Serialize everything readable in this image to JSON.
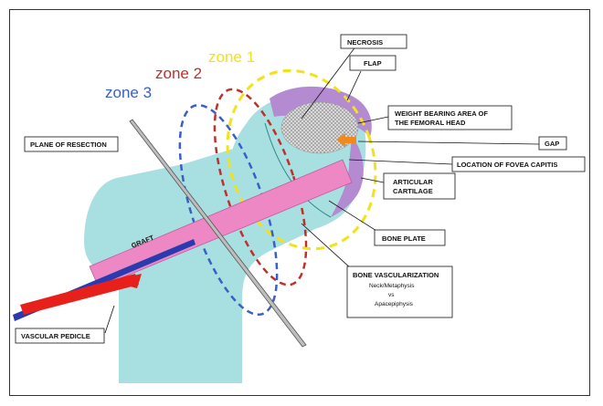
{
  "zones": {
    "zone1": {
      "label": "zone 1",
      "color": "#f2e21a"
    },
    "zone2": {
      "label": "zone 2",
      "color": "#c0302a"
    },
    "zone3": {
      "label": "zone 3",
      "color": "#3a5fc8"
    }
  },
  "labels": {
    "necrosis": "NECROSIS",
    "flap": "FLAP",
    "weight_bearing": [
      "WEIGHT BEARING AREA OF",
      "THE FEMORAL HEAD"
    ],
    "gap": "GAP",
    "fovea": "LOCATION OF FOVEA CAPITIS",
    "articular": [
      "ARTICULAR",
      "CARTILAGE"
    ],
    "bone_plate": "BONE PLATE",
    "plane": "PLANE OF RESECTION",
    "vascularization": [
      "BONE VASCULARIZATION",
      "Neck/Metaphysis",
      "vs",
      "Apacepiphysis"
    ],
    "pedicle": "VASCULAR PEDICLE",
    "graft": "GRAFT"
  },
  "colors": {
    "bone": "#a8dfe0",
    "flap": "#b48ad0",
    "graft": "#ee88c4",
    "pedicle": "#e8201c",
    "pedicle_dark": "#2a3bb0",
    "necrosis": "#cfcfcf",
    "gap_arrow": "#f08a1e",
    "plane": "#bdbdbd"
  }
}
